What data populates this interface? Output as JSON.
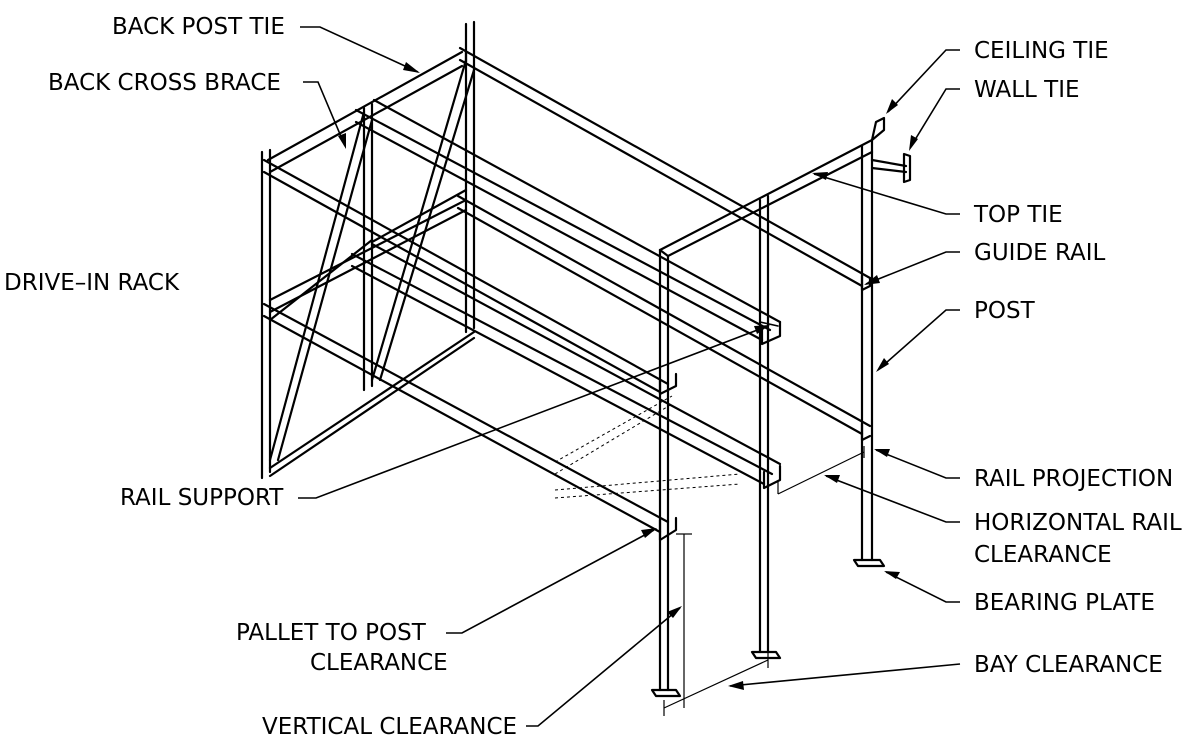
{
  "diagram": {
    "colors": {
      "ink": "#000000",
      "background": "#ffffff"
    },
    "labels": {
      "back_post_tie": "BACK POST TIE",
      "back_cross_brace": "BACK CROSS BRACE",
      "drive_in_rack": "DRIVE–IN RACK",
      "rail_support": "RAIL SUPPORT",
      "pallet_to_post_line1": "PALLET TO POST",
      "pallet_to_post_line2": "CLEARANCE",
      "vertical_clearance": "VERTICAL CLEARANCE",
      "ceiling_tie": "CEILING TIE",
      "wall_tie": "WALL TIE",
      "top_tie": "TOP TIE",
      "guide_rail": "GUIDE RAIL",
      "post": "POST",
      "rail_projection": "RAIL PROJECTION",
      "horizontal_rail_line1": "HORIZONTAL RAIL",
      "horizontal_rail_line2": "CLEARANCE",
      "bearing_plate": "BEARING PLATE",
      "bay_clearance": "BAY CLEARANCE"
    }
  }
}
